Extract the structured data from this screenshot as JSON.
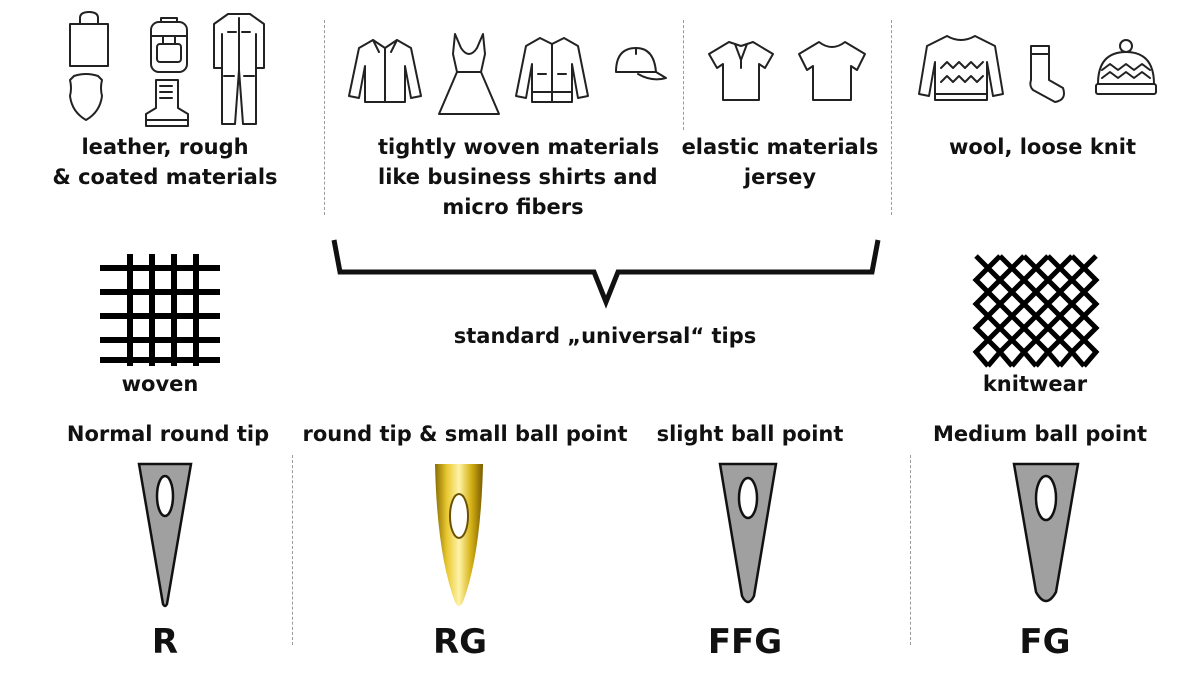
{
  "categories": [
    {
      "id": "leather",
      "lines": [
        "leather, rough",
        "& coated materials"
      ]
    },
    {
      "id": "tight",
      "lines": [
        "tightly woven materials",
        "like business shirts and",
        "micro fibers"
      ]
    },
    {
      "id": "elastic",
      "lines": [
        "elastic materials",
        "jersey"
      ]
    },
    {
      "id": "wool",
      "lines": [
        "wool, loose knit"
      ]
    }
  ],
  "fabrics": {
    "woven": "woven",
    "knitwear": "knitwear"
  },
  "brace_label": "standard „universal“ tips",
  "tips": [
    {
      "name": "Normal round tip",
      "code": "R",
      "color": "#a0a0a0"
    },
    {
      "name": "round tip & small ball point",
      "code": "RG",
      "color": "#d9b800"
    },
    {
      "name": "slight ball point",
      "code": "FFG",
      "color": "#a0a0a0"
    },
    {
      "name": "Medium ball point",
      "code": "FG",
      "color": "#a0a0a0"
    }
  ],
  "icons": {
    "leather": [
      "bag-icon",
      "backpack-icon",
      "overalls-icon",
      "badge-icon",
      "boot-icon"
    ],
    "tight": [
      "shirt-icon",
      "dress-icon",
      "jacket-icon",
      "cap-icon"
    ],
    "elastic": [
      "polo-shirt-icon",
      "t-shirt-icon"
    ],
    "wool": [
      "sweater-icon",
      "sock-icon",
      "beanie-icon"
    ]
  }
}
